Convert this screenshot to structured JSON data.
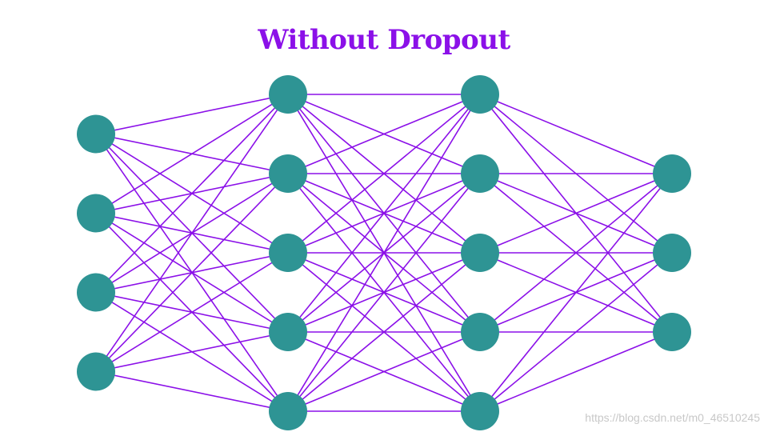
{
  "title": "Without Dropout",
  "watermark": "https://blog.csdn.net/m0_46510245",
  "colors": {
    "title": "#8b10e8",
    "node": "#2e9494",
    "edge": "#8b10e8",
    "watermark": "#c8c8c8"
  },
  "network": {
    "layers": [
      4,
      5,
      5,
      3
    ],
    "fully_connected": true
  }
}
